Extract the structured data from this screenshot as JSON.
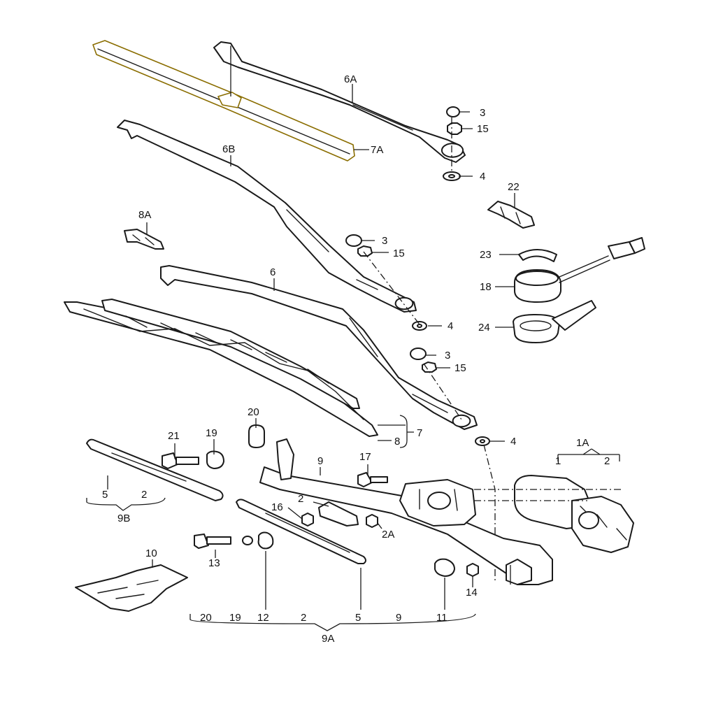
{
  "highlight_color": "#f5c400",
  "labels": {
    "l6A": "6A",
    "l7A": "7A",
    "l3a": "3",
    "l15a": "15",
    "l4a": "4",
    "l6B": "6B",
    "l22": "22",
    "l8A": "8A",
    "l3b": "3",
    "l15b": "15",
    "l23": "23",
    "l18": "18",
    "l6": "6",
    "l4b": "4",
    "l24": "24",
    "l3c": "3",
    "l15c": "15",
    "l20": "20",
    "l7": "7",
    "l8": "8",
    "l21": "21",
    "l19": "19",
    "l4c": "4",
    "l1A": "1A",
    "l1": "1",
    "l2": "2",
    "l9": "9",
    "l17": "17",
    "l5": "5",
    "l2b": "2",
    "l9B": "9B",
    "l16": "16",
    "l2c": "2",
    "l2A": "2A",
    "l10": "10",
    "l13": "13",
    "l14": "14",
    "l5b": "5",
    "l12": "12",
    "l11": "11",
    "r20": "20",
    "r19": "19",
    "r12": "12",
    "r2": "2",
    "r5": "5",
    "r9": "9",
    "r11": "11",
    "l9A": "9A"
  }
}
